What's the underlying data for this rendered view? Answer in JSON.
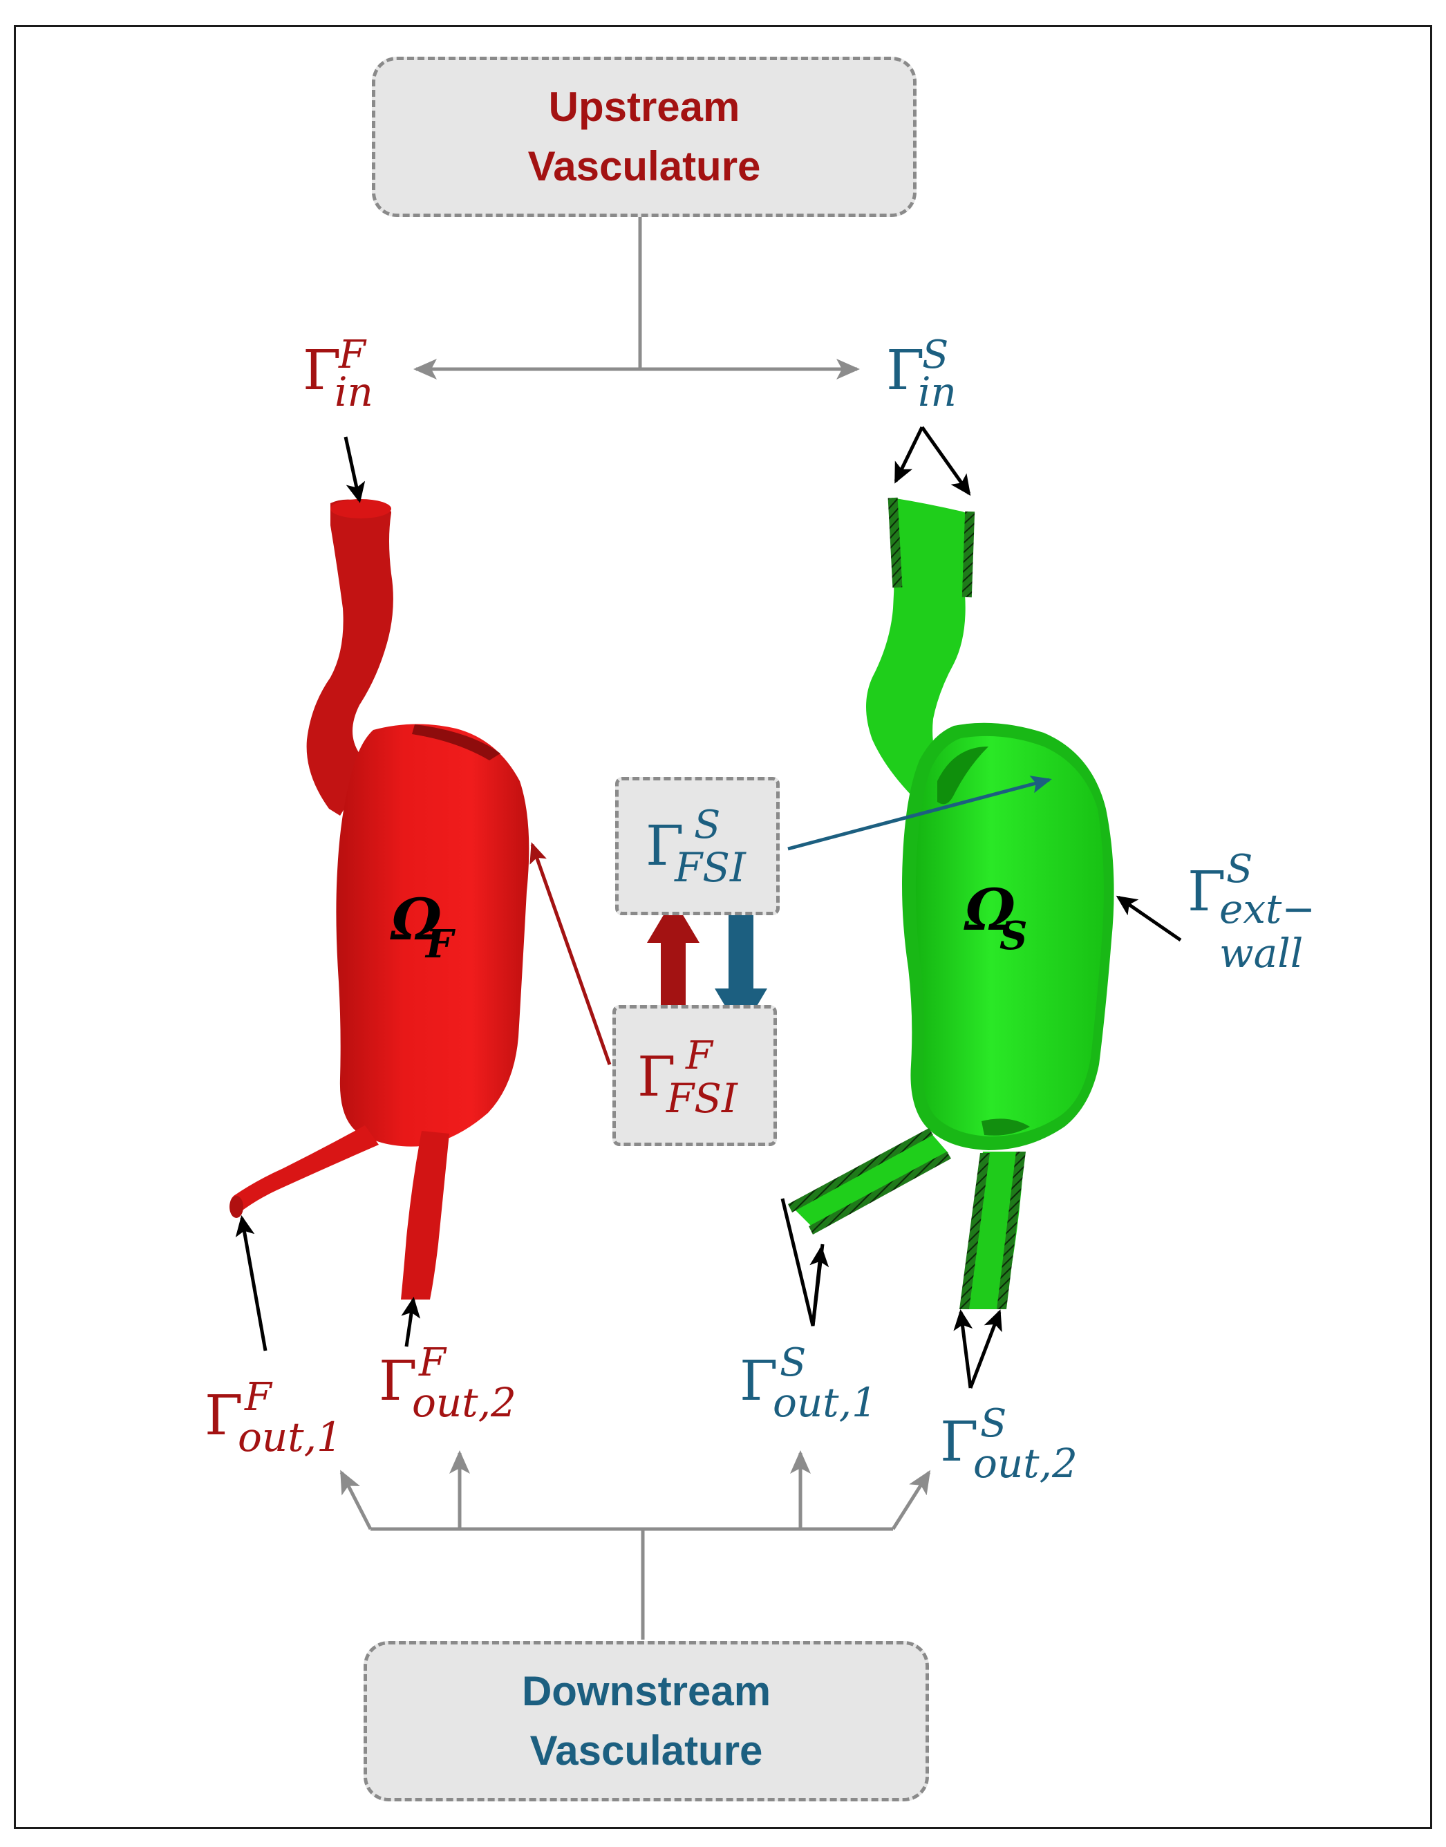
{
  "colors": {
    "fluid": "#a31212",
    "solid": "#1c5f80",
    "fluid_shape": "#ee1a1a",
    "solid_shape": "#22e01e",
    "connector": "#8c8c8c",
    "box_fill": "#e6e6e6"
  },
  "boxes": {
    "upstream": {
      "line1": "Upstream",
      "line2": "Vasculature"
    },
    "downstream": {
      "line1": "Downstream",
      "line2": "Vasculature"
    }
  },
  "domains": {
    "fluid": {
      "symbol": "Ω",
      "subscript": "F"
    },
    "solid": {
      "symbol": "Ω",
      "subscript": "S"
    }
  },
  "boundaries": {
    "fluid_in": {
      "symbol": "Γ",
      "sup": "F",
      "sub": "in"
    },
    "solid_in": {
      "symbol": "Γ",
      "sup": "S",
      "sub": "in"
    },
    "solid_fsi": {
      "symbol": "Γ",
      "sup": "S",
      "sub": "FSI"
    },
    "fluid_fsi": {
      "symbol": "Γ",
      "sup": "F",
      "sub": "FSI"
    },
    "solid_ext": {
      "symbol": "Γ",
      "sup": "S",
      "sub": "ext−",
      "sub2": "wall"
    },
    "fluid_out_1": {
      "symbol": "Γ",
      "sup": "F",
      "sub": "out,1"
    },
    "fluid_out_2": {
      "symbol": "Γ",
      "sup": "F",
      "sub": "out,2"
    },
    "solid_out_1": {
      "symbol": "Γ",
      "sup": "S",
      "sub": "out,1"
    },
    "solid_out_2": {
      "symbol": "Γ",
      "sup": "S",
      "sub": "out,2"
    }
  }
}
